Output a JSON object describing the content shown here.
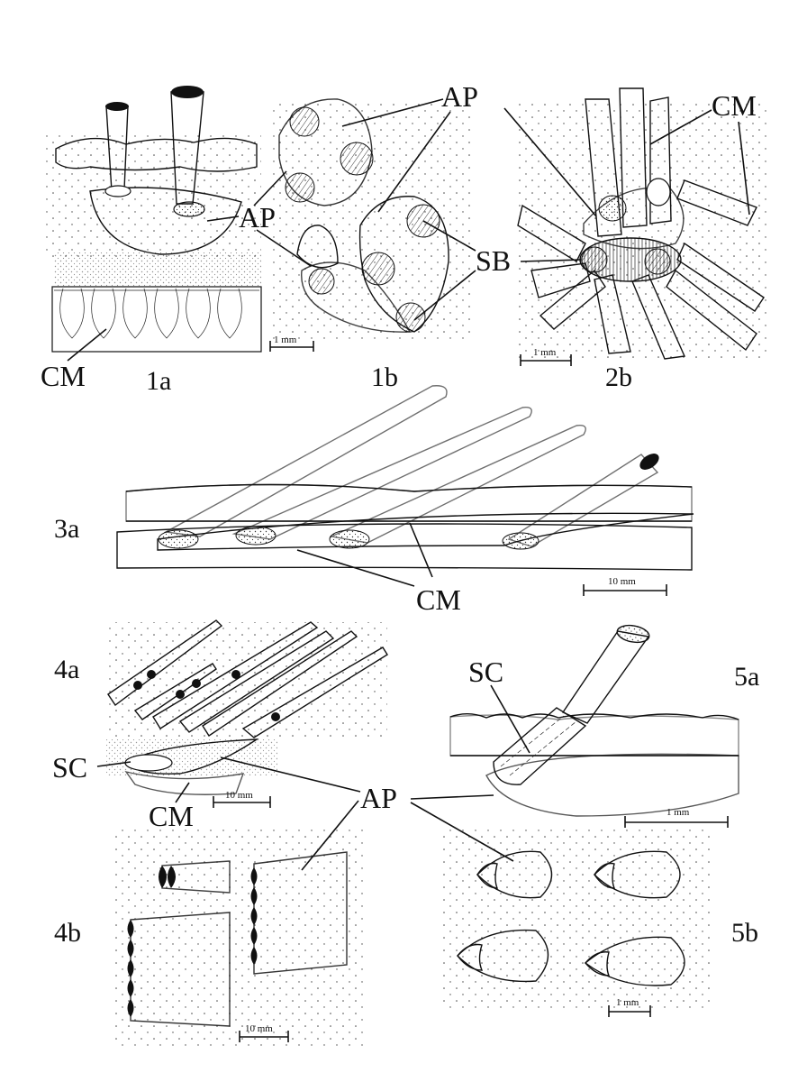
{
  "panels": {
    "p1a": "1a",
    "p1b": "1b",
    "p2b": "2b",
    "p3a": "3a",
    "p4a": "4a",
    "p4b": "4b",
    "p5a": "5a",
    "p5b": "5b"
  },
  "labels": {
    "ap": "AP",
    "cm": "CM",
    "sb": "SB",
    "sc": "SC"
  },
  "scale_bars": {
    "s1b": "1 mm",
    "s2b": "1 mm",
    "s3a": "10 mm",
    "s4a": "10 mm",
    "s4b": "10 mm",
    "s5a": "1 mm",
    "s5b": "1 mm"
  }
}
